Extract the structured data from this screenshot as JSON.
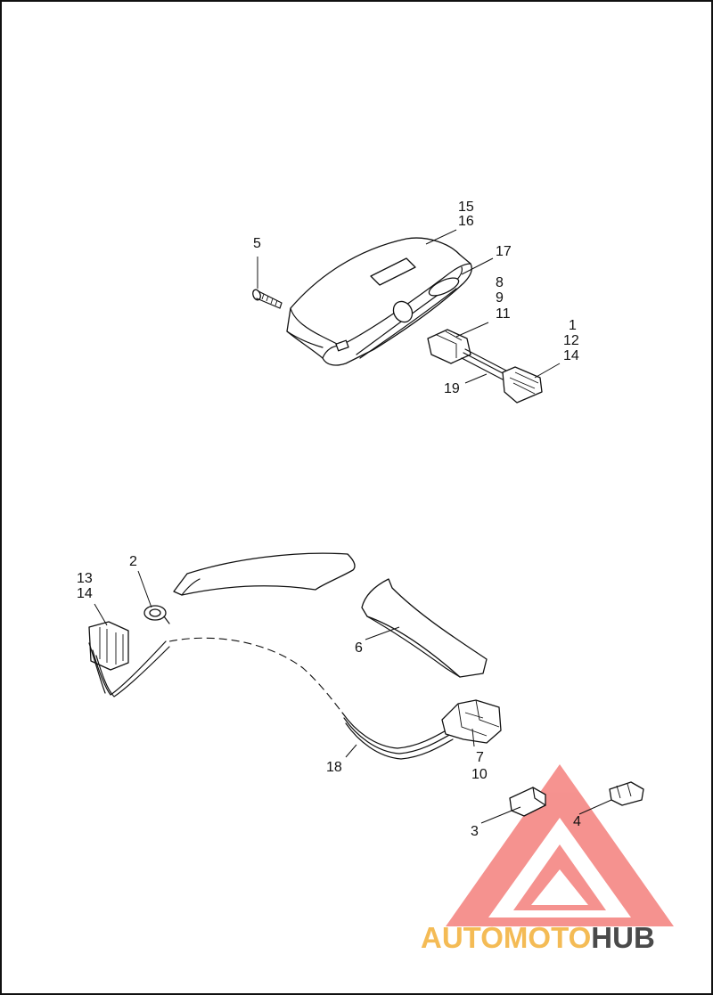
{
  "callouts": {
    "c15": "15",
    "c16": "16",
    "c5": "5",
    "c17": "17",
    "c8": "8",
    "c9": "9",
    "c11": "11",
    "c1": "1",
    "c12": "12",
    "c14a": "14",
    "c19": "19",
    "c2": "2",
    "c13": "13",
    "c14b": "14",
    "c6": "6",
    "c7": "7",
    "c10": "10",
    "c18": "18",
    "c3": "3",
    "c4": "4"
  },
  "watermark": {
    "part1": "AUTO",
    "part2": "MOTO",
    "part3": "HUB",
    "colors": {
      "orange": "#f4bb55",
      "gray": "#4a4a4a",
      "red": "#e8403c"
    }
  }
}
